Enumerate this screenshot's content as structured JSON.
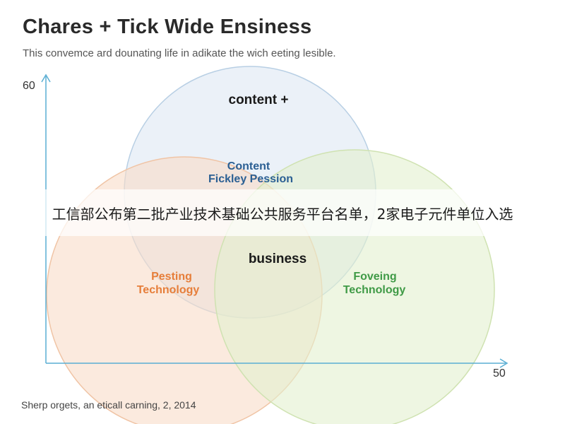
{
  "header": {
    "title": "Chares + Tick Wide Ensiness",
    "subtitle": "This convemce ard dounating life in adikate the wich eeting lesible."
  },
  "axes": {
    "y_max_label": "60",
    "x_max_label": "50",
    "color": "#5aaed3"
  },
  "diagram": {
    "top_label": "content +",
    "center_label": "business",
    "circles": [
      {
        "key": "content",
        "line1": "Content",
        "line2": "Fickley Pession",
        "fill": "#dde8f3",
        "stroke": "#b8cfe4",
        "text_color": "#2b5f93"
      },
      {
        "key": "pesting",
        "line1": "Pesting",
        "line2": "Technology",
        "fill": "#f9dcc8",
        "stroke": "#f0c4a5",
        "text_color": "#e67e3a"
      },
      {
        "key": "foveing",
        "line1": "Foveing",
        "line2": "Technology",
        "fill": "#e3f0cf",
        "stroke": "#cfe2b1",
        "text_color": "#3f9a46"
      }
    ]
  },
  "overlay_banner": "工信部公布第二批产业技术基础公共服务平台名单，2家电子元件单位入选",
  "footer": "Sherp orgets, an eticall carning, 2, 2014"
}
